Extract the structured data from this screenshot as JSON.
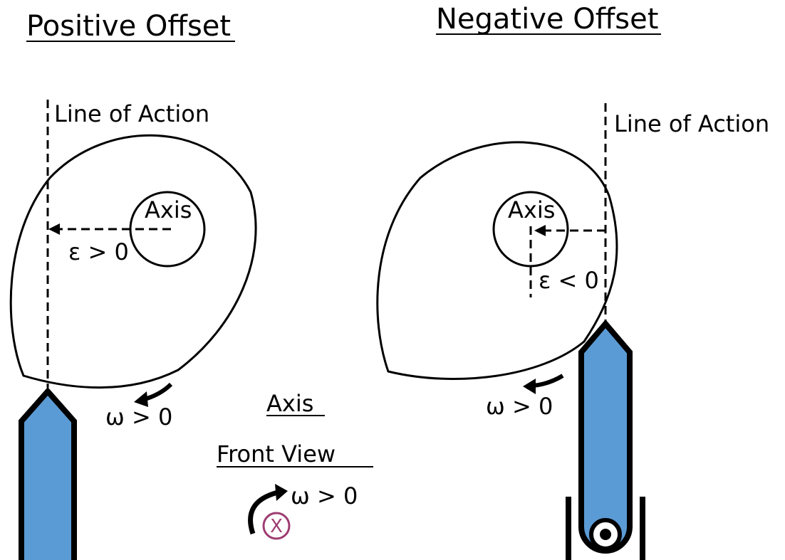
{
  "panels": {
    "positive": {
      "title": "Positive Offset",
      "line_of_action": "Line of Action",
      "axis": "Axis",
      "offset_label": "ε > 0",
      "omega_label": "ω > 0"
    },
    "negative": {
      "title": "Negative Offset",
      "line_of_action": "Line of Action",
      "axis": "Axis",
      "offset_label": "ε < 0",
      "omega_label": "ω > 0"
    }
  },
  "legend": {
    "title": "Axis",
    "subtitle": "Front View",
    "omega_label": "ω > 0",
    "into_page_symbol": "X"
  },
  "colors": {
    "follower_fill": "#5b9bd5",
    "outline": "#000000",
    "axis_symbol": "#9e3d72"
  },
  "icons": {
    "rotation": "curved-arrow-icon",
    "into_page": "circled-x-icon",
    "roller": "roller-wheel-icon"
  }
}
